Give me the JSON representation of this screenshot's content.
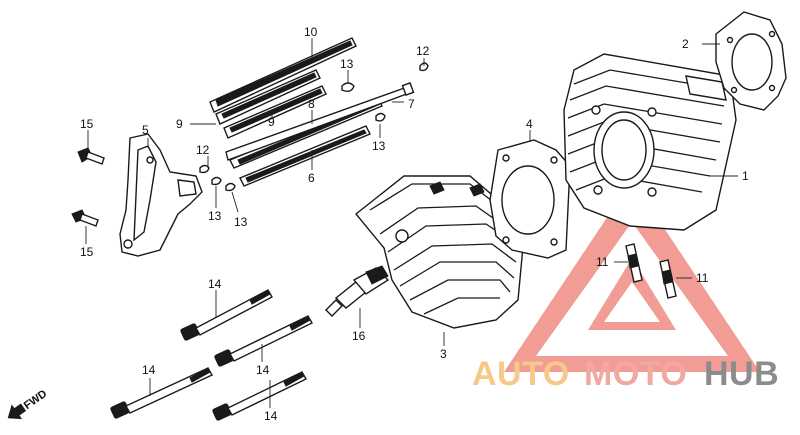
{
  "callouts": {
    "c1": "1",
    "c2": "2",
    "c3": "3",
    "c4": "4",
    "c5": "5",
    "c6": "6",
    "c7": "7",
    "c8": "8",
    "c9a": "9",
    "c9b": "9",
    "c10": "10",
    "c11a": "11",
    "c11b": "11",
    "c12a": "12",
    "c12b": "12",
    "c13a": "13",
    "c13b": "13",
    "c13c": "13",
    "c13d": "13",
    "c14a": "14",
    "c14b": "14",
    "c14c": "14",
    "c14d": "14",
    "c15a": "15",
    "c15b": "15",
    "c16": "16"
  },
  "fwd_label": "FWD",
  "watermark": {
    "part1": "AUTO",
    "part2": "MOTO",
    "part3": "HUB",
    "colors": {
      "auto": "#f6c98a",
      "moto": "#f0a8a0",
      "hub": "#8c8c8c",
      "triangle": "#ef8c84"
    }
  }
}
